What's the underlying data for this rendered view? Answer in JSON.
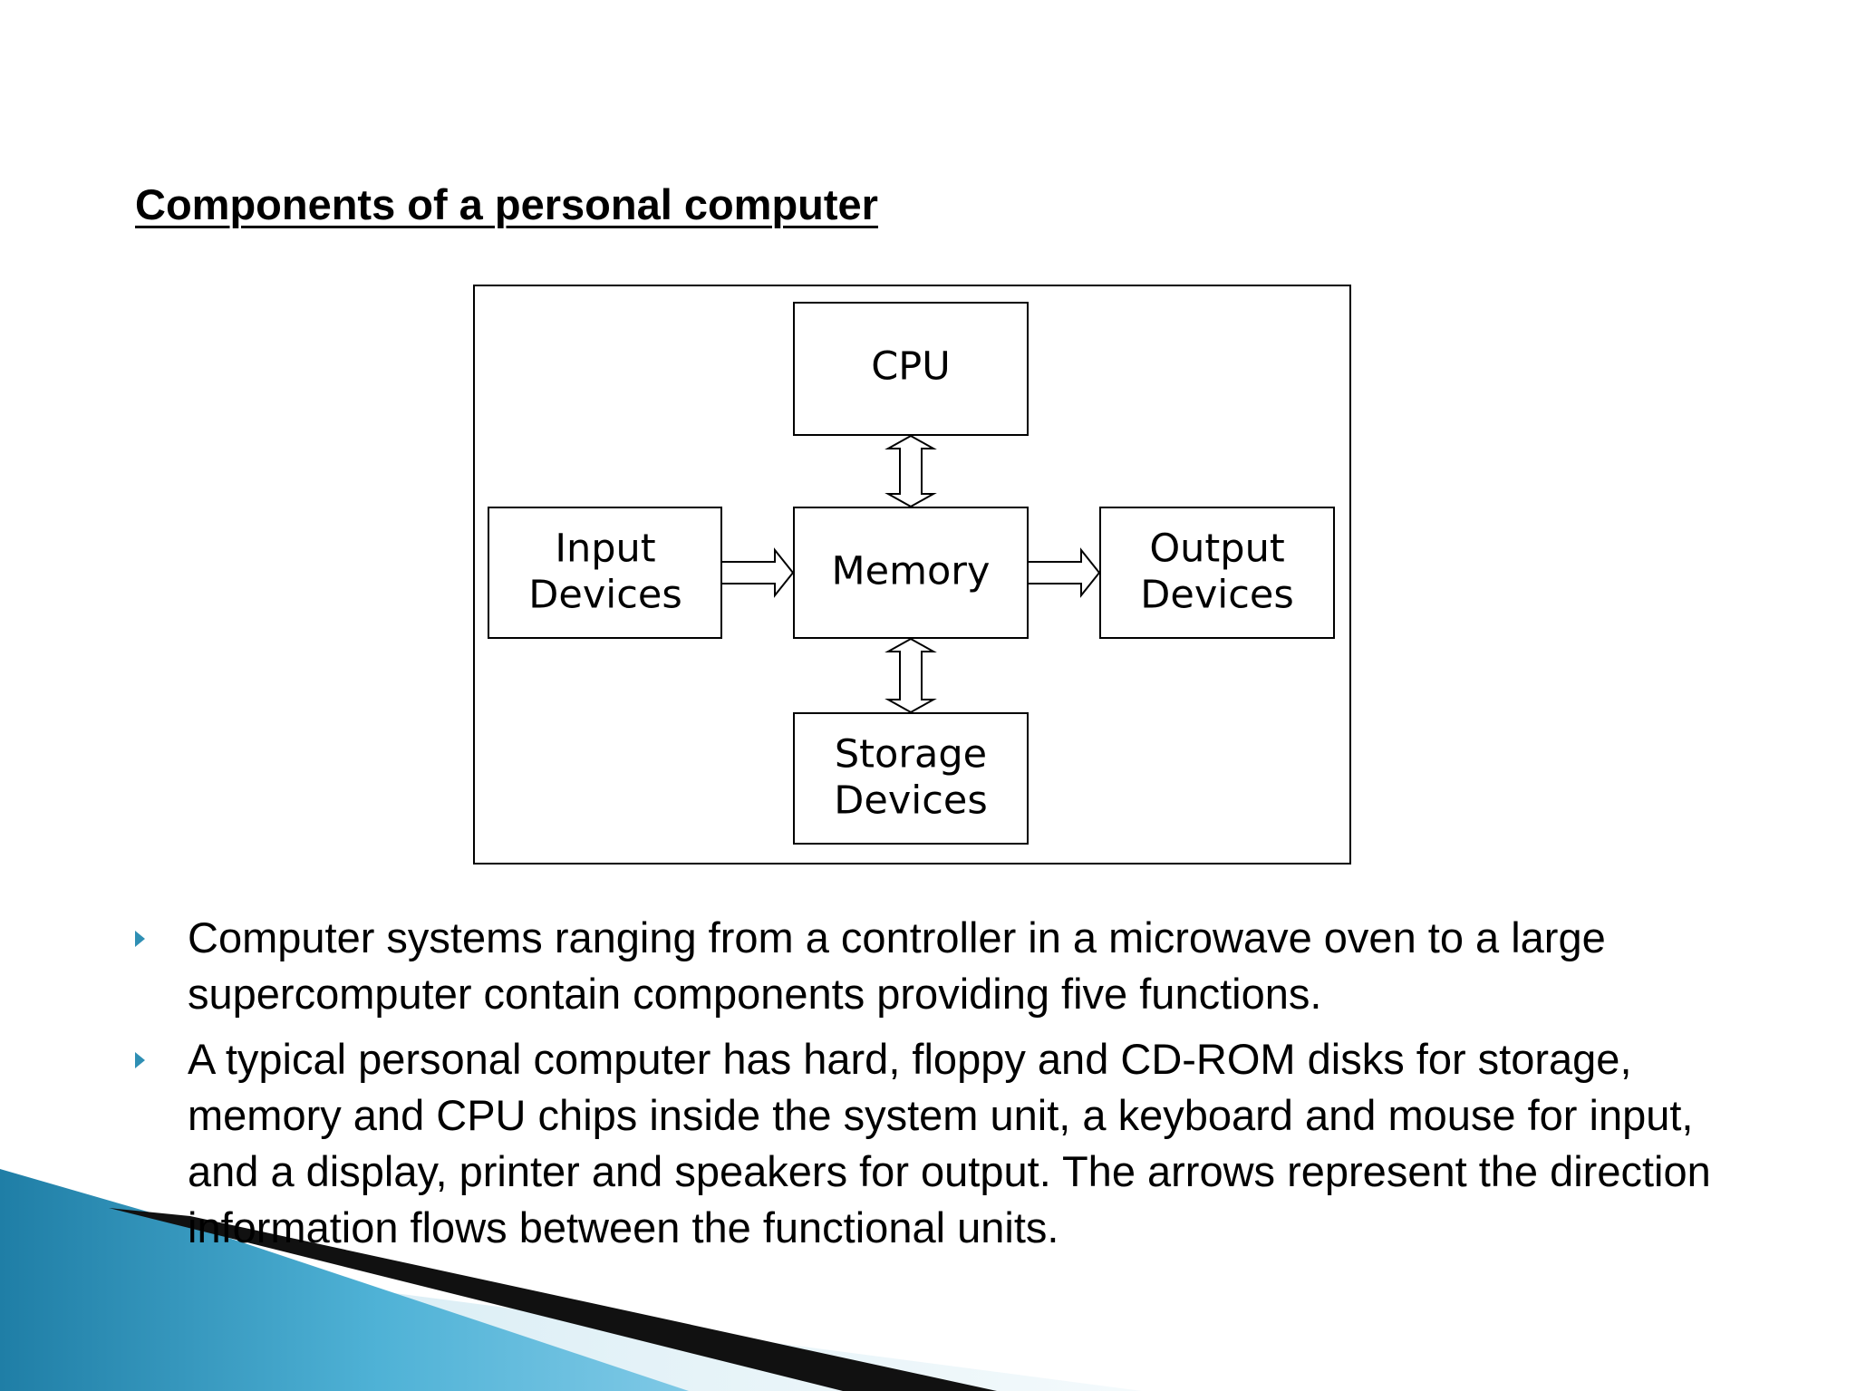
{
  "title": "Components of a personal computer",
  "diagram": {
    "nodes": {
      "cpu": [
        "CPU"
      ],
      "input": [
        "Input",
        "Devices"
      ],
      "memory": [
        "Memory"
      ],
      "output": [
        "Output",
        "Devices"
      ],
      "storage": [
        "Storage",
        "Devices"
      ]
    },
    "arrows": [
      {
        "from": "input",
        "to": "memory",
        "style": "single"
      },
      {
        "from": "memory",
        "to": "output",
        "style": "single"
      },
      {
        "from": "cpu",
        "to": "memory",
        "style": "double"
      },
      {
        "from": "memory",
        "to": "storage",
        "style": "double"
      }
    ]
  },
  "bullets": [
    "Computer systems ranging from a controller in a microwave oven to a large supercomputer contain components providing five functions.",
    "A typical personal computer has hard, floppy and CD-ROM disks for storage, memory and CPU chips inside the system unit, a keyboard and mouse for input, and a display, printer and speakers for output. The arrows represent the direction information flows between the functional units."
  ],
  "colors": {
    "bullet_marker": "#2f8fb4",
    "decor_blue": "#1f7ea6",
    "decor_light": "#7fc9e6",
    "decor_dark": "#111111"
  }
}
